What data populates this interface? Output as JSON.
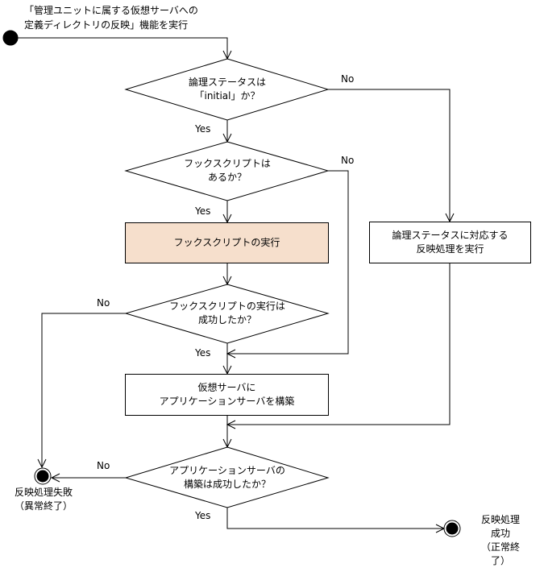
{
  "start": {
    "label": "「管理ユニットに属する仮想サーバへの\n定義ディレクトリの反映」機能を実行"
  },
  "decisions": {
    "d1": "論理ステータスは\n「initial」か？",
    "d2": "フックスクリプトは\nあるか？",
    "d3": "フックスクリプトの実行は\n成功したか？",
    "d4": "アプリケーションサーバの\n構築は成功したか？"
  },
  "processes": {
    "hook_exec": "フックスクリプトの実行",
    "reflect": "論理ステータスに対応する\n反映処理を実行",
    "build": "仮想サーバに\nアプリケーションサーバを構築"
  },
  "branch": {
    "yes": "Yes",
    "no": "No"
  },
  "ends": {
    "fail": "反映処理失敗\n（異常終了）",
    "success": "反映処理成功\n（正常終了）"
  },
  "colors": {
    "highlight": "#f6dfcc",
    "line": "#000000"
  }
}
